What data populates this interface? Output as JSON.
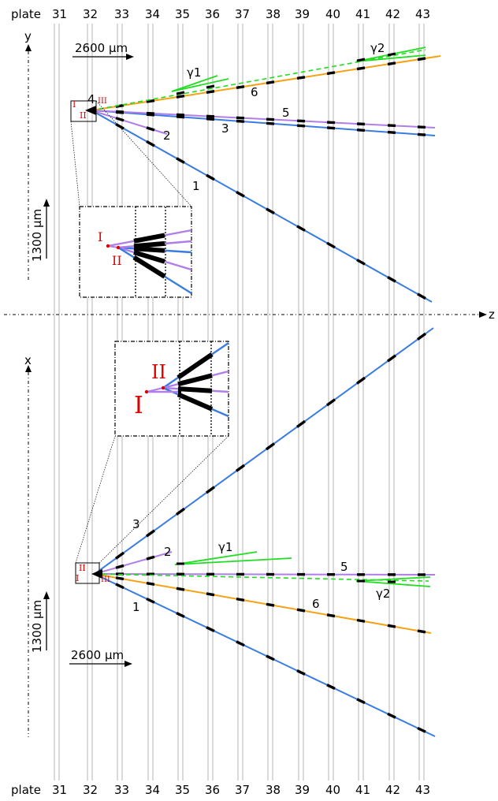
{
  "plate_word": "plate",
  "plates": [
    "31",
    "32",
    "33",
    "34",
    "35",
    "36",
    "37",
    "38",
    "39",
    "40",
    "41",
    "42",
    "43"
  ],
  "axes": {
    "y": "y",
    "x": "x",
    "z": "z"
  },
  "scale": {
    "horizontal": "2600 μm",
    "vertical": "1300 μm"
  },
  "vertices": {
    "primary": "I",
    "secondary": "II",
    "tertiary": "III"
  },
  "tracks": [
    "1",
    "2",
    "3",
    "4",
    "5",
    "6"
  ],
  "gammas": {
    "g1": "γ1",
    "g2": "γ2"
  },
  "colors": {
    "blue": "#3a7de0",
    "purple": "#b07ee8",
    "orange": "#f5a214",
    "green": "#22dd22",
    "segment": "#000000",
    "vertex": "#dd0000"
  }
}
